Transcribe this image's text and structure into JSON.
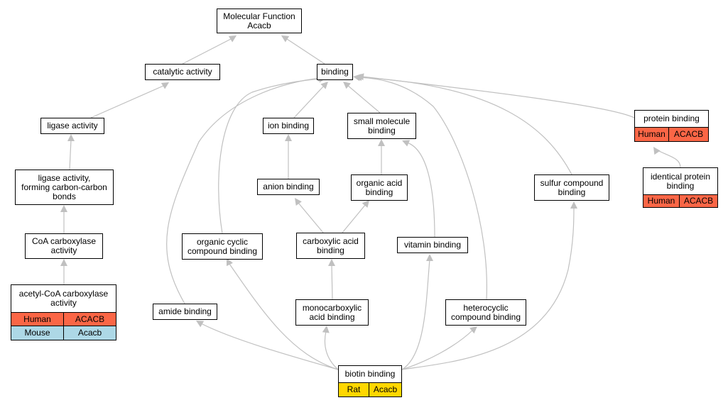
{
  "colors": {
    "human": "#fb6646",
    "mouse": "#add8e6",
    "rat": "#ffd700",
    "edge": "#c0c0c0"
  },
  "nodes": {
    "molecular_function": {
      "label": "Molecular Function\nAcacb"
    },
    "catalytic_activity": {
      "label": "catalytic activity"
    },
    "binding": {
      "label": "binding"
    },
    "ligase_activity": {
      "label": "ligase activity"
    },
    "ion_binding": {
      "label": "ion binding"
    },
    "small_molecule_binding": {
      "label": "small molecule\nbinding"
    },
    "protein_binding": {
      "label": "protein binding",
      "rows": [
        [
          "Human",
          "ACACB"
        ]
      ]
    },
    "ligase_cc": {
      "label": "ligase activity,\nforming carbon-carbon\nbonds"
    },
    "anion_binding": {
      "label": "anion binding"
    },
    "organic_acid_binding": {
      "label": "organic acid\nbinding"
    },
    "sulfur_compound_binding": {
      "label": "sulfur compound\nbinding"
    },
    "identical_protein_binding": {
      "label": "identical protein\nbinding",
      "rows": [
        [
          "Human",
          "ACACB"
        ]
      ]
    },
    "coa_carboxylase": {
      "label": "CoA carboxylase\nactivity"
    },
    "organic_cyclic_compound_binding": {
      "label": "organic cyclic\ncompound binding"
    },
    "carboxylic_acid_binding": {
      "label": "carboxylic acid\nbinding"
    },
    "vitamin_binding": {
      "label": "vitamin binding"
    },
    "acetyl_coa_carboxylase": {
      "label": "acetyl-CoA carboxylase\nactivity",
      "rows": [
        [
          "Human",
          "ACACB"
        ],
        [
          "Mouse",
          "Acacb"
        ]
      ]
    },
    "amide_binding": {
      "label": "amide binding"
    },
    "monocarboxylic_acid_binding": {
      "label": "monocarboxylic\nacid binding"
    },
    "heterocyclic_compound_binding": {
      "label": "heterocyclic\ncompound binding"
    },
    "biotin_binding": {
      "label": "biotin binding",
      "rows": [
        [
          "Rat",
          "Acacb"
        ]
      ]
    }
  }
}
